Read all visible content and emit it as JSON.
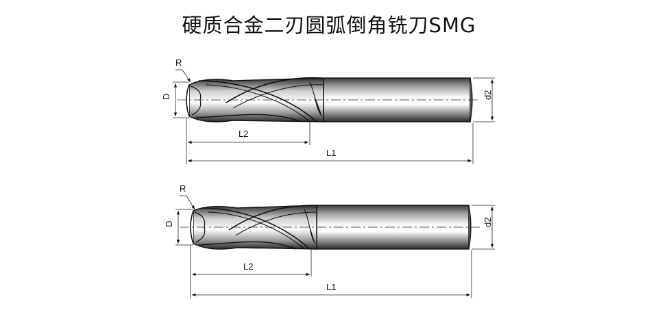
{
  "title": "硬质合金二刃圆弧倒角铣刀SMG",
  "labels": {
    "r": "R",
    "d": "D",
    "d2": "d2",
    "l2": "L2",
    "l1": "L1"
  },
  "colors": {
    "line": "#111111",
    "shade_dark": "#2a2a2a",
    "shade_light": "#f2f2f2"
  }
}
